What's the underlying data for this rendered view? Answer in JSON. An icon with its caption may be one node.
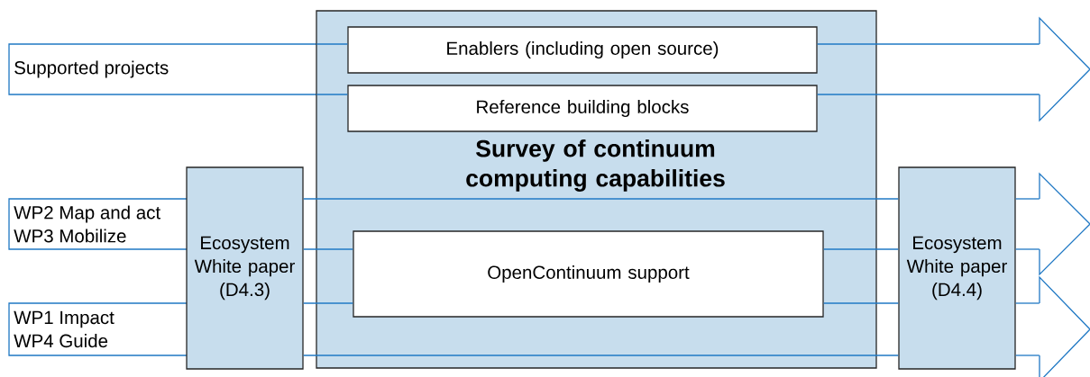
{
  "diagram": {
    "nodes": [
      {
        "text": [
          "Supported projects"
        ]
      },
      {
        "text": [
          "WP2 Map and act",
          "WP3 Mobilize"
        ]
      },
      {
        "text": [
          "WP1 Impact",
          "WP4 Guide"
        ]
      },
      {
        "text": [
          "Ecosystem White paper (D4.3)"
        ]
      },
      {
        "text": [
          "Survey of continuum computing capabilities"
        ]
      },
      {
        "text": [
          "Enablers (including open source)"
        ],
        "in": 4
      },
      {
        "text": [
          "Reference building blocks"
        ],
        "in": 4
      },
      {
        "text": [
          "OpenContinuum support"
        ],
        "in": 4
      },
      {
        "text": [
          "Ecosystem White paper (D4.4)"
        ]
      },
      {
        "text": [],
        "shape": "arrowhead"
      },
      {
        "text": [],
        "shape": "arrowhead"
      },
      {
        "text": [],
        "shape": "arrowhead"
      }
    ],
    "edges": [
      {
        "from": 0,
        "to": 5,
        "arrow": "none"
      },
      {
        "from": 0,
        "to": 6,
        "arrow": "none"
      },
      {
        "from": 5,
        "to": 9,
        "arrow": "none"
      },
      {
        "from": 6,
        "to": 9,
        "arrow": "none"
      },
      {
        "from": 3,
        "to": 8,
        "arrow": "none"
      },
      {
        "from": 3,
        "to": 7,
        "arrow": "none"
      },
      {
        "from": 3,
        "to": 7,
        "arrow": "none"
      },
      {
        "from": 3,
        "to": 8,
        "arrow": "none"
      },
      {
        "from": 7,
        "to": 8,
        "arrow": "none"
      },
      {
        "from": 7,
        "to": 8,
        "arrow": "none"
      },
      {
        "from": 8,
        "to": 10,
        "arrow": "none"
      },
      {
        "from": 8,
        "to": 10,
        "arrow": "none"
      },
      {
        "from": 8,
        "to": 11,
        "arrow": "none"
      },
      {
        "from": 8,
        "to": 11,
        "arrow": "none"
      }
    ]
  }
}
